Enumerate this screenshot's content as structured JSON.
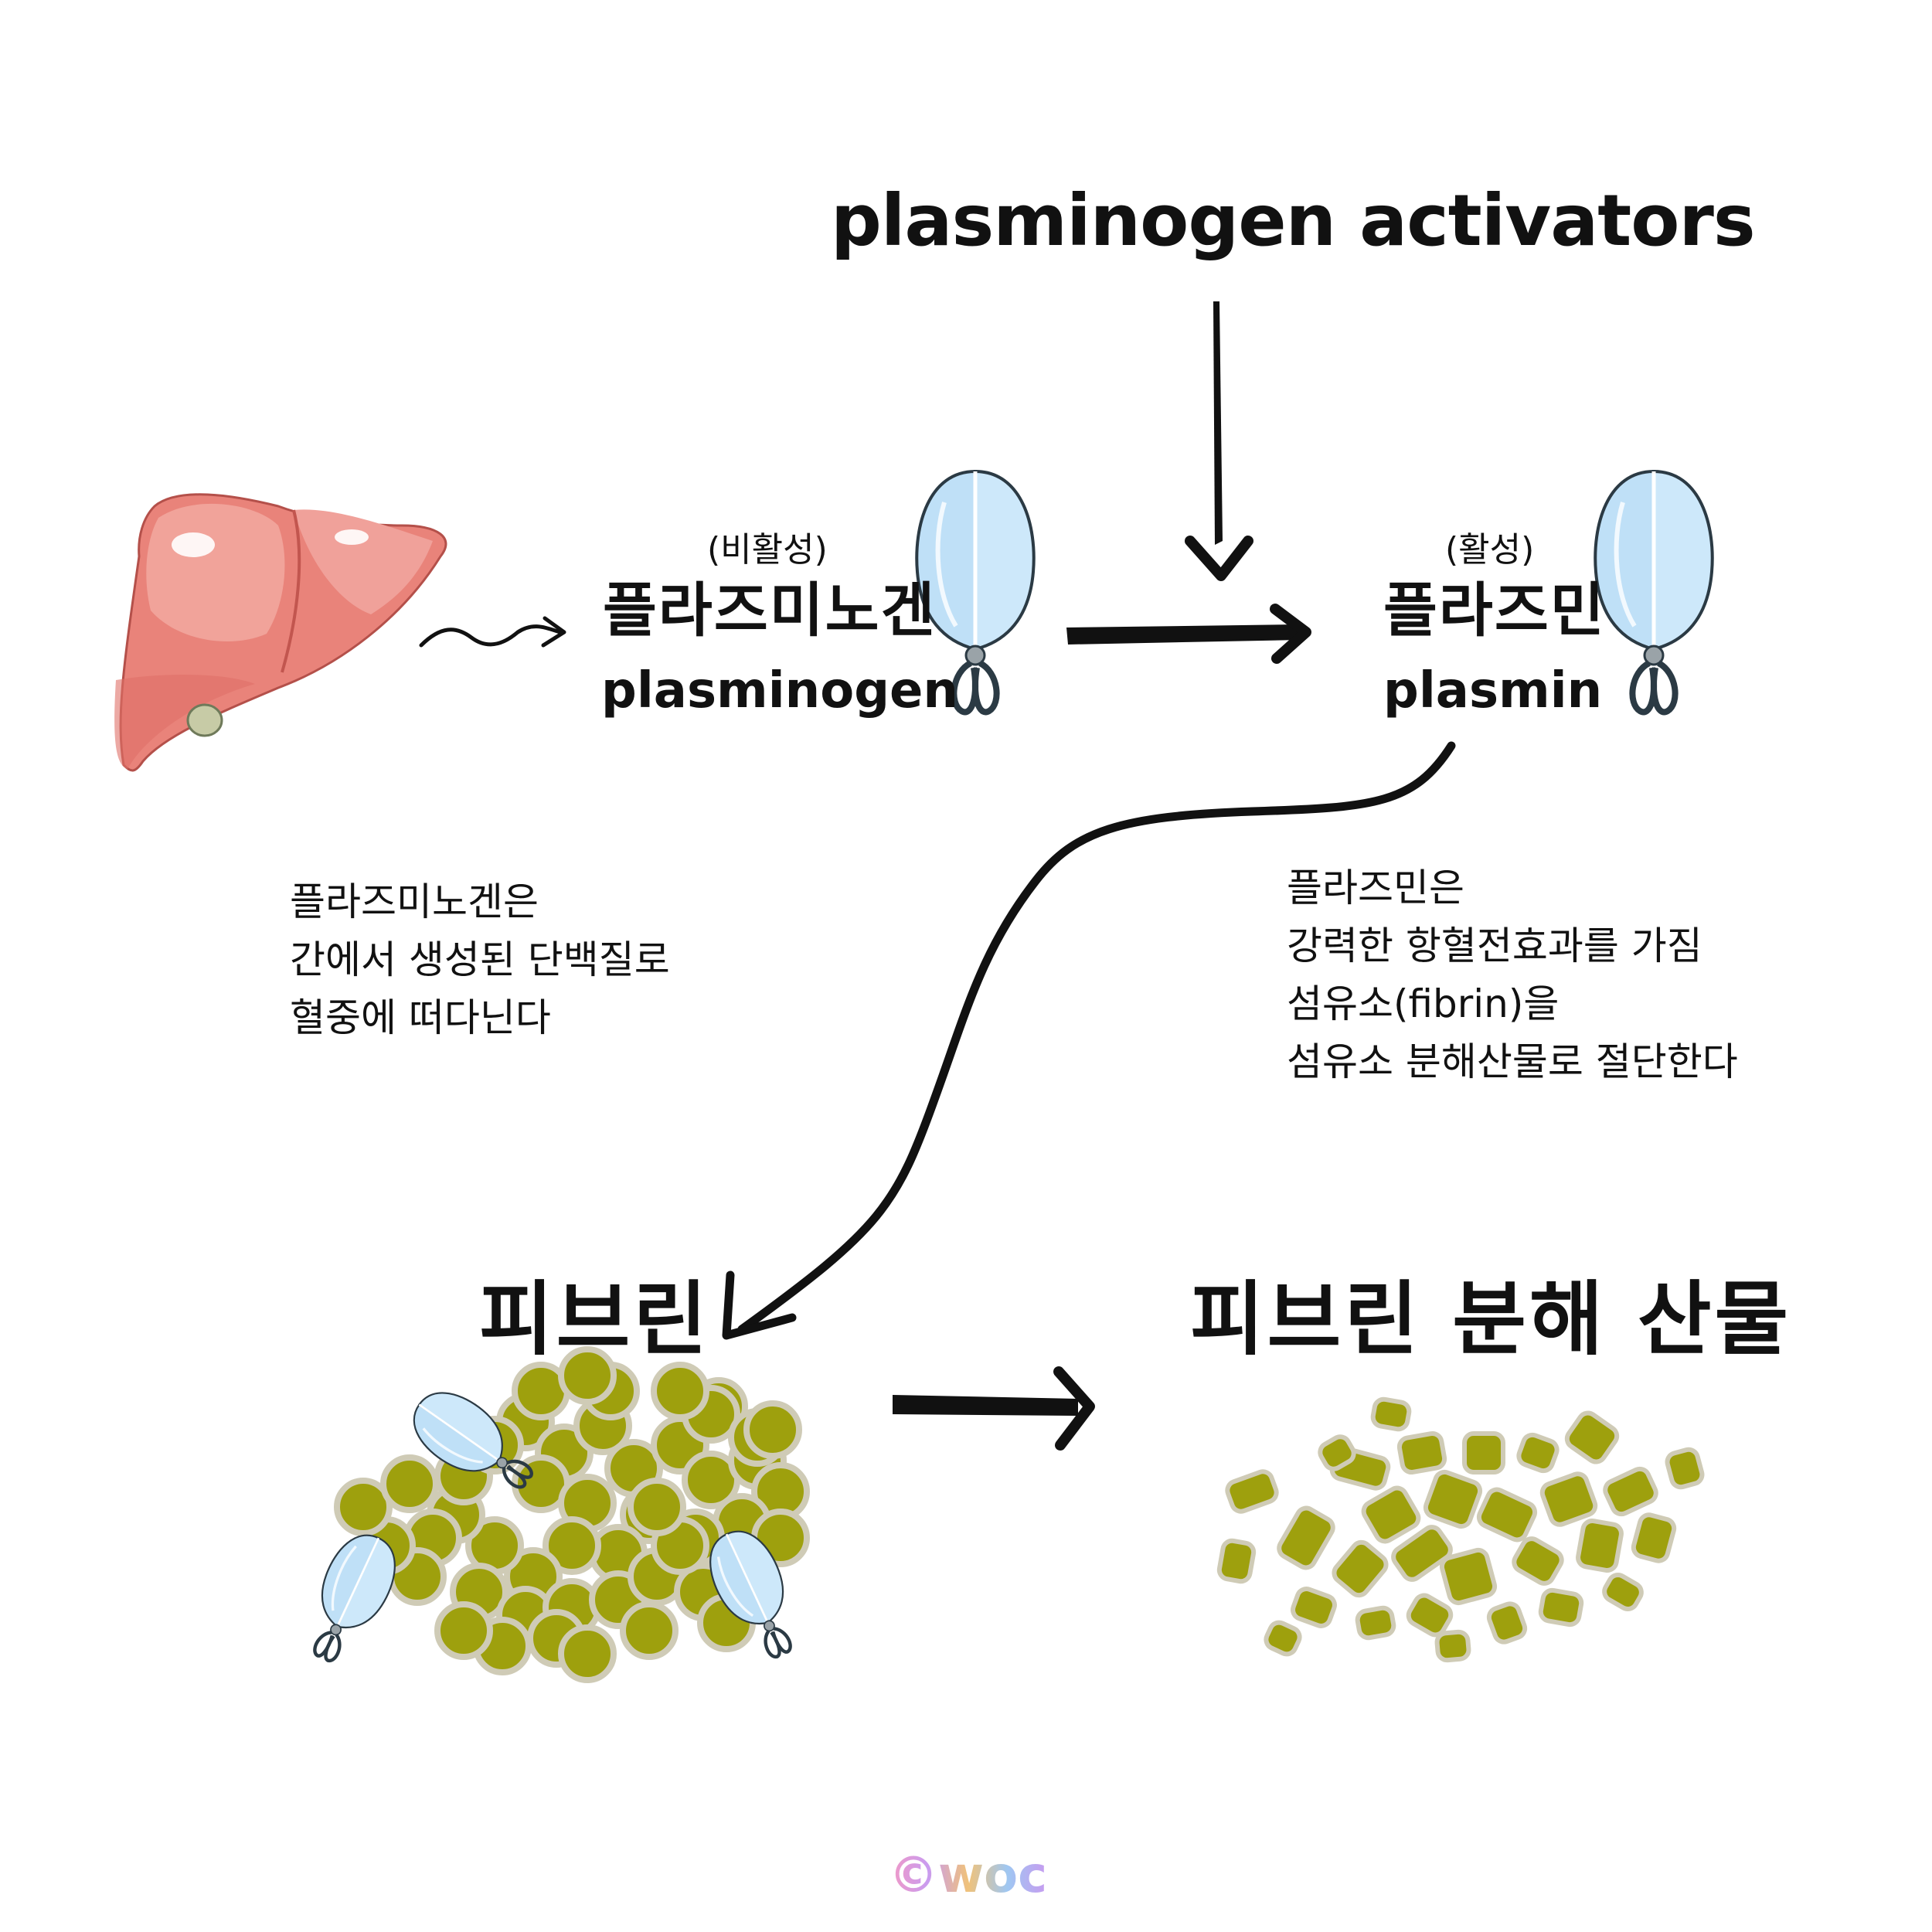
{
  "diagram": {
    "top_label": "plasminogen activators",
    "plasminogen": {
      "state": "(비활성)",
      "korean": "플라즈미노겐",
      "english": "plasminogen"
    },
    "plasmin": {
      "state": "(활성)",
      "korean": "플라즈민",
      "english": "plasmin"
    },
    "note_left": [
      "플라즈미노겐은",
      "간에서 생성된 단백질로",
      "혈중에 떠다닌다"
    ],
    "note_right": [
      "플라즈민은",
      "강력한 항혈전효과를 가짐",
      "섬유소(fibrin)을",
      "섬유소 분해산물로 절단한다"
    ],
    "fibrin": {
      "label": "피브린"
    },
    "products": {
      "label": "피브린 분해 산물"
    },
    "credit": "©woc"
  },
  "colors": {
    "liver": "#e9837a",
    "fibrin": "#9ea00d",
    "fibrin_outline": "#cfcbb6",
    "highlight": "#f9d6e1",
    "scissor_blade": "#bfe0f7"
  },
  "icons": [
    "liver-icon",
    "scissors-icon"
  ]
}
